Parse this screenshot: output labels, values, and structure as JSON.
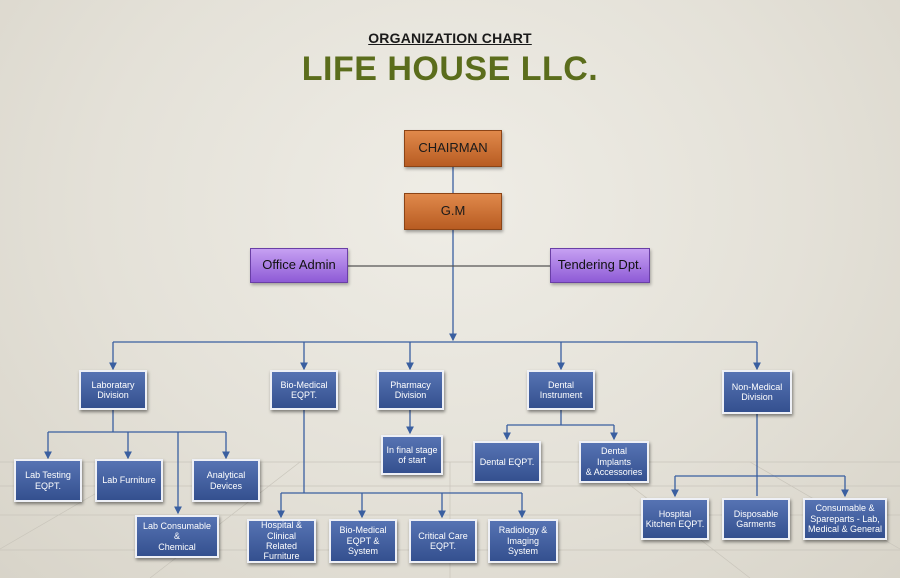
{
  "chart_title": "ORGANIZATION CHART",
  "company_name": "LIFE HOUSE LLC.",
  "nodes": {
    "chairman": "CHAIRMAN",
    "gm": "G.M",
    "office_admin": "Office Admin",
    "tendering": "Tendering Dpt.",
    "laboratory": "Laboratary\nDivision",
    "biomedical": "Bio-Medical\nEQPT.",
    "pharmacy": "Pharmacy\nDivision",
    "dental": "Dental\nInstrument",
    "nonmedical": "Non-Medical\nDivision",
    "lab_testing": "Lab Testing\nEQPT.",
    "lab_furniture": "Lab Furniture",
    "analytical": "Analytical\nDevices",
    "lab_consumable": "Lab Consumable &\nChemical",
    "pharmacy_sub": "In final stage\nof start",
    "dental_eqpt": "Dental EQPT.",
    "dental_implants": "Dental Implants\n& Accessories",
    "hospital_clinical": "Hospital &\nClinical Related\nFurniture",
    "biomed_system": "Bio-Medical\nEQPT &\nSystem",
    "critical_care": "Critical Care\nEQPT.",
    "radiology": "Radiology &\nImaging\nSystem",
    "hospital_kitchen": "Hospital\nKitchen EQPT.",
    "disposable": "Disposable\nGarments",
    "consumable_spareparts": "Consumable &\nSpareparts - Lab,\nMedical & General"
  },
  "colors": {
    "executive_box": "#c8702f",
    "support_box": "#a57be0",
    "division_box": "#3f5b9c",
    "connector": "#3a5fa0",
    "title_green": "#5b6d1c"
  }
}
